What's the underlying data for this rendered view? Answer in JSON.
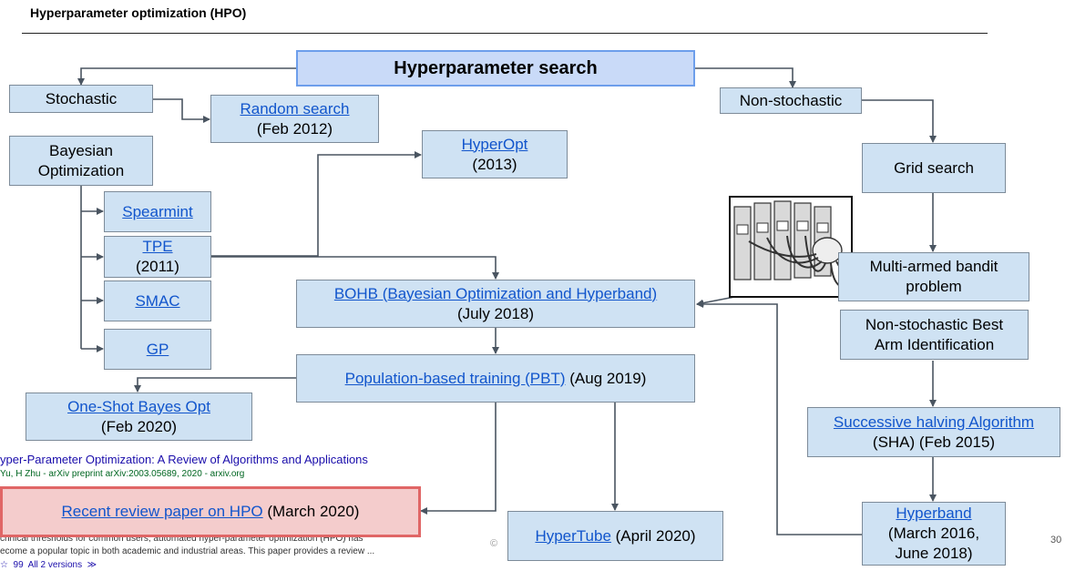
{
  "header": {
    "title": "Hyperparameter optimization (HPO)"
  },
  "boxes": {
    "hyperparameter_search": "Hyperparameter search",
    "stochastic": "Stochastic",
    "random_search": {
      "link": "Random search",
      "date": "(Feb 2012)"
    },
    "bayesian_optimization": {
      "line1": "Bayesian",
      "line2": "Optimization"
    },
    "hyperopt": {
      "link": "HyperOpt",
      "date": "(2013)"
    },
    "spearmint": {
      "link": "Spearmint"
    },
    "tpe": {
      "link": "TPE",
      "date": "(2011)"
    },
    "smac": {
      "link": "SMAC"
    },
    "gp": {
      "link": "GP"
    },
    "bohb": {
      "link": "BOHB (Bayesian Optimization and Hyperband)",
      "date": "(July 2018)"
    },
    "pbt": {
      "link": "Population-based training (PBT)",
      "date": " (Aug 2019)"
    },
    "one_shot": {
      "link": "One-Shot Bayes Opt",
      "date": "(Feb 2020)"
    },
    "review": {
      "link": "Recent review paper on HPO",
      "date": " (March 2020)"
    },
    "hypertube": {
      "link": "HyperTube",
      "date": " (April 2020)"
    },
    "non_stochastic": "Non-stochastic",
    "grid_search": "Grid search",
    "multi_armed": {
      "line1": "Multi-armed bandit",
      "line2": "problem"
    },
    "best_arm": {
      "line1": "Non-stochastic Best",
      "line2": "Arm Identification"
    },
    "sha": {
      "link": "Successive halving Algorithm",
      "date": "(SHA) (Feb 2015)"
    },
    "hyperband": {
      "link": "Hyperband",
      "line2": "(March 2016,",
      "line3": "June 2018)"
    }
  },
  "search_snippet": {
    "title": "yper-Parameter Optimization: A Review of Algorithms and Applications",
    "authors": "Yu, H Zhu - arXiv preprint arXiv:2003.05689, 2020 - arxiv.org",
    "line1": "chnical thresholds for common users, automated hyper-parameter optimization (HPO) has",
    "line2": "ecome a popular topic in both academic and industrial areas. This paper provides a review ...",
    "actions": "☆  99  All 2 versions  ≫"
  },
  "footer": {
    "copyright": "©",
    "slide_number": "30"
  },
  "colors": {
    "box_fill": "#cfe2f3",
    "header_fill": "#c9daf8",
    "review_fill": "#f4cccc",
    "review_border": "#e06666",
    "arrow": "#4a5561",
    "link": "#1155cc"
  }
}
